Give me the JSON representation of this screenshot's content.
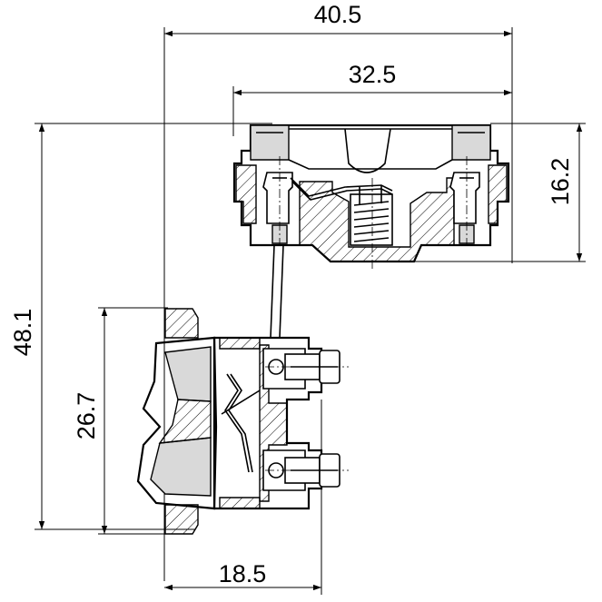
{
  "drawing": {
    "dimensions": {
      "overall_width": "40.5",
      "top_width": "32.5",
      "top_height": "16.2",
      "overall_height": "48.1",
      "actuator_height": "26.7",
      "bottom_width": "18.5"
    }
  }
}
